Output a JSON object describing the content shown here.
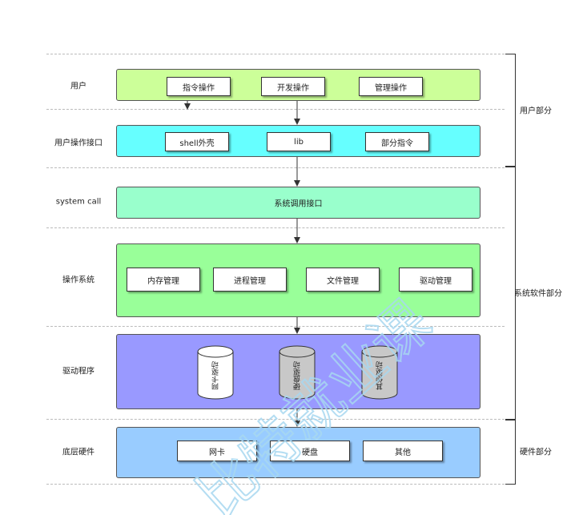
{
  "rows": {
    "user": {
      "label": "用户",
      "items": [
        "指令操作",
        "开发操作",
        "管理操作"
      ]
    },
    "user_interface": {
      "label": "用户操作接口",
      "items": [
        "shell外壳",
        "lib",
        "部分指令"
      ]
    },
    "system_call": {
      "label": "system call",
      "title": "系统调用接口"
    },
    "os": {
      "label": "操作系统",
      "items": [
        "内存管理",
        "进程管理",
        "文件管理",
        "驱动管理"
      ]
    },
    "drivers": {
      "label": "驱动程序",
      "items": [
        "网卡驱动",
        "硬盘驱动",
        "其他驱动"
      ]
    },
    "hardware": {
      "label": "底层硬件",
      "items": [
        "网卡",
        "硬盘",
        "其他"
      ]
    }
  },
  "brackets": {
    "user_part": "用户部分",
    "system_software_part": "系统软件部分",
    "hardware_part": "硬件部分"
  },
  "watermark": "比特就业课",
  "colors": {
    "user": "#ccff99",
    "user_interface": "#66ffff",
    "system_call": "#99ffcc",
    "os": "#99ff99",
    "drivers": "#9999ff",
    "hardware": "#99ccff",
    "cyl_white": "#ffffff",
    "cyl_gray": "#c8c8c8",
    "watermark": "#a8d8f0"
  }
}
